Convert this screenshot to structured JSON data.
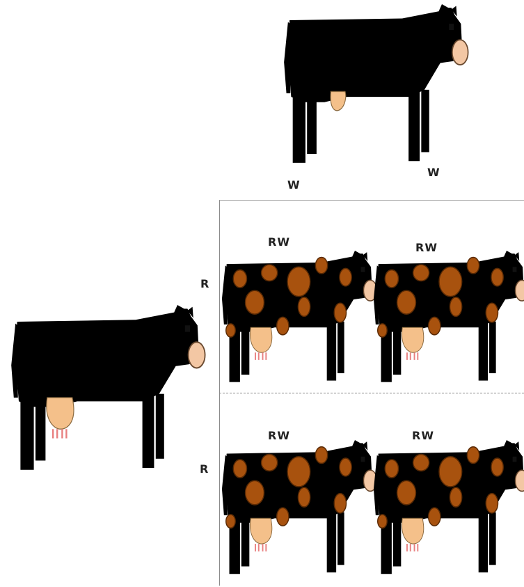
{
  "colors": {
    "red_coat": "#B35A08",
    "white_coat": "#FBF0CC",
    "spot": "#A8520E",
    "udder": "#F4C08A",
    "teat": "#E88080",
    "nose": "#F3C7A4",
    "eye": "#111111",
    "outline": "#3A2A12"
  },
  "parents": {
    "top": {
      "name": "white-parent",
      "allele_labels": [
        "W",
        "W"
      ]
    },
    "left": {
      "name": "red-parent",
      "allele_labels": [
        "R",
        "R"
      ]
    }
  },
  "offspring": [
    {
      "genotype": "RW"
    },
    {
      "genotype": "RW"
    },
    {
      "genotype": "RW"
    },
    {
      "genotype": "RW"
    }
  ]
}
